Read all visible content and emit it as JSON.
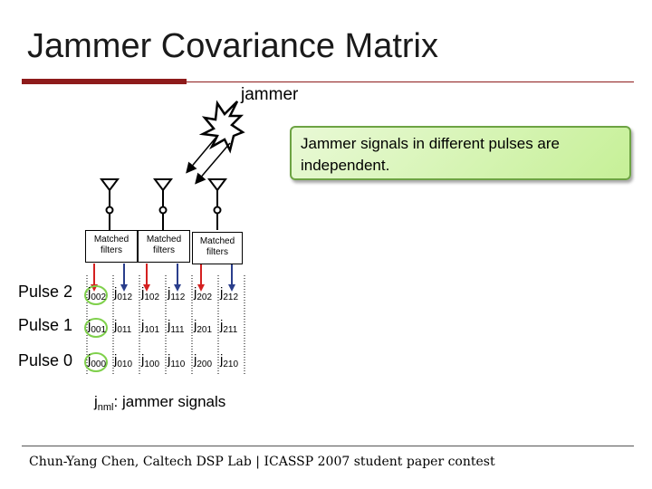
{
  "slide": {
    "title": "Jammer Covariance Matrix",
    "jammer_label": "jammer",
    "callout": "Jammer signals in different pulses are independent.",
    "matched_filter_label": [
      "Matched",
      "filters"
    ],
    "pulses": [
      {
        "label": "Pulse 2",
        "cells": [
          {
            "base": "j",
            "sub": "002"
          },
          {
            "base": "j",
            "sub": "012"
          },
          {
            "base": "j",
            "sub": "102"
          },
          {
            "base": "j",
            "sub": "112"
          },
          {
            "base": "j",
            "sub": "202"
          },
          {
            "base": "j",
            "sub": "212"
          }
        ]
      },
      {
        "label": "Pulse 1",
        "cells": [
          {
            "base": "j",
            "sub": "001"
          },
          {
            "base": "j",
            "sub": "011"
          },
          {
            "base": "j",
            "sub": "101"
          },
          {
            "base": "j",
            "sub": "111"
          },
          {
            "base": "j",
            "sub": "201"
          },
          {
            "base": "j",
            "sub": "211"
          }
        ]
      },
      {
        "label": "Pulse 0",
        "cells": [
          {
            "base": "j",
            "sub": "000"
          },
          {
            "base": "j",
            "sub": "010"
          },
          {
            "base": "j",
            "sub": "100"
          },
          {
            "base": "j",
            "sub": "110"
          },
          {
            "base": "j",
            "sub": "200"
          },
          {
            "base": "j",
            "sub": "210"
          }
        ]
      }
    ],
    "legend": {
      "base": "j",
      "sub": "nml",
      "text": ": jammer signals"
    },
    "footer": "Chun-Yang Chen, Caltech DSP Lab | ICASSP 2007 student paper contest"
  },
  "colors": {
    "title_rule": "#8e1b1b",
    "callout_fill": "#c6f097",
    "callout_border": "#6da343",
    "arrow_red": "#d42020",
    "arrow_blue": "#2a3e8c"
  }
}
